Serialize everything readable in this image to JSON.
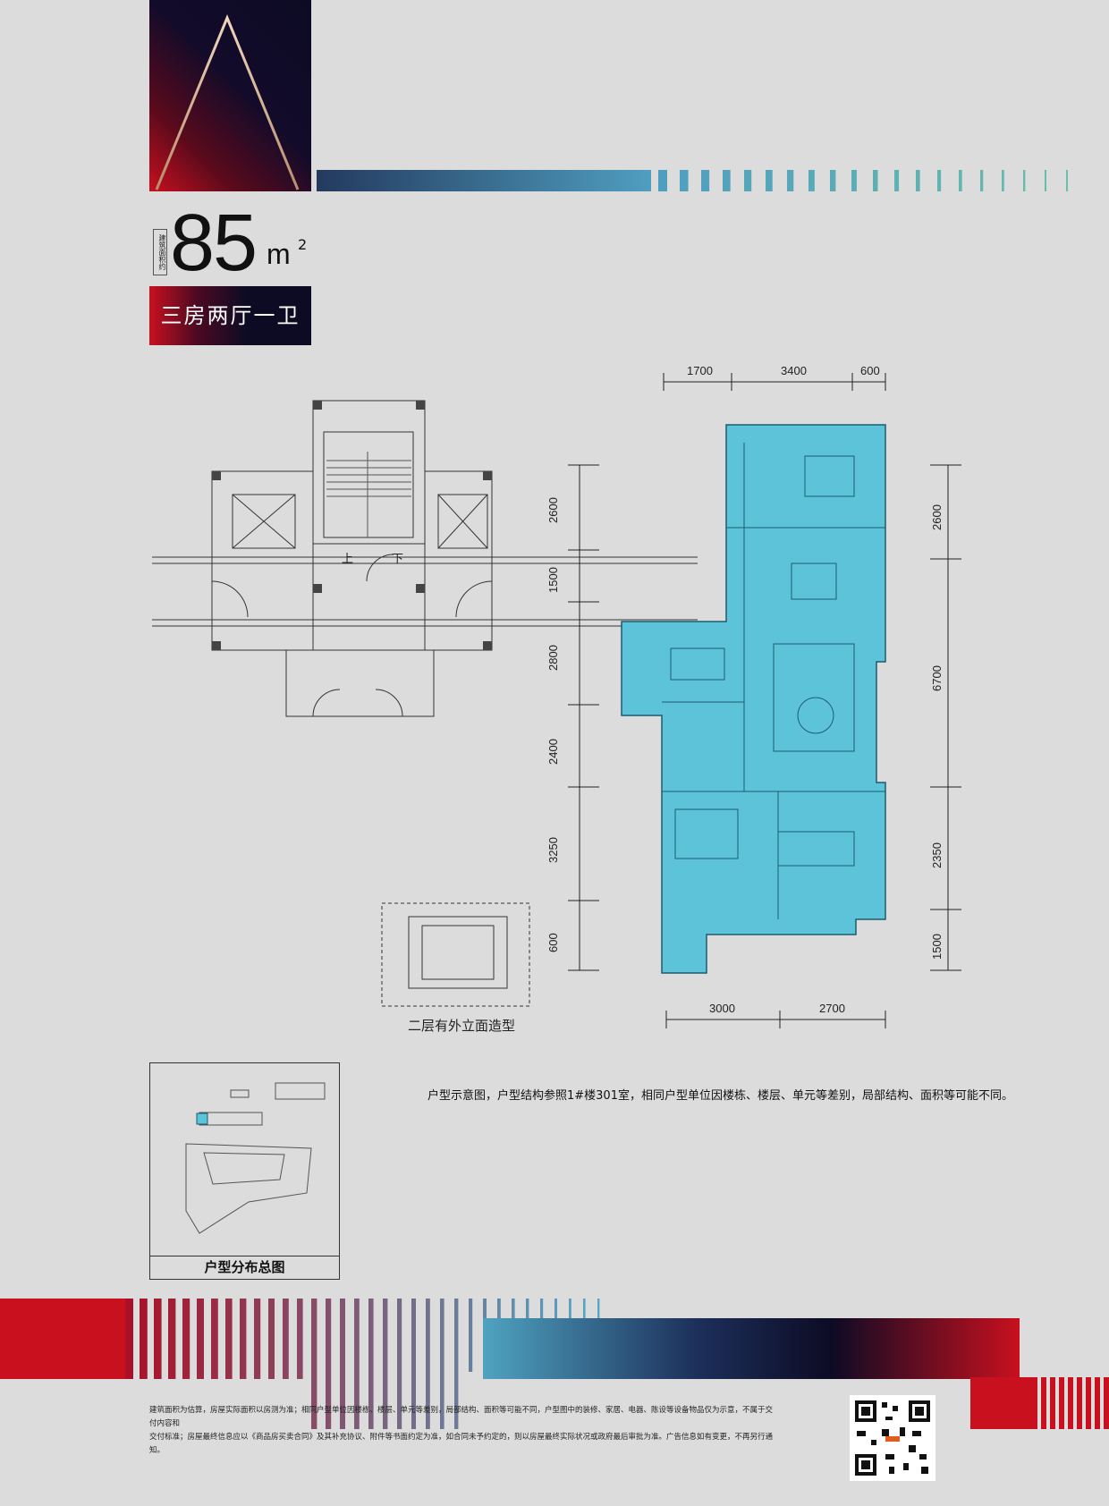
{
  "unit_type": {
    "letter": "A",
    "area_side_label": "建筑面积约",
    "area_value": "85",
    "area_unit": "m",
    "area_unit_sup": "2",
    "layout": "三房两厅一卫"
  },
  "plan": {
    "dims_top": [
      "1700",
      "3400",
      "600"
    ],
    "dims_bottom": [
      "3000",
      "2700"
    ],
    "dims_left": [
      "2600",
      "1500",
      "2800",
      "2400",
      "3250",
      "600"
    ],
    "dims_right": [
      "2600",
      "6700",
      "2350",
      "1500"
    ],
    "stair_up": "上",
    "stair_down": "下",
    "elevation_caption": "二层有外立面造型",
    "highlight_color": "#5cc3d9"
  },
  "location_map": {
    "caption": "户型分布总图"
  },
  "plan_note": "户型示意图，户型结构参照1#楼301室，相同户型单位因楼栋、楼层、单元等差别，局部结构、面积等可能不同。",
  "disclaimer": [
    "建筑面积为估算，房屋实际面积以房测为准；相同户型单位因楼栋、楼层、单元等差别，局部结构、面积等可能不同，户型图中的装修、家居、电器、陈设等设备物品仅为示意，不属于交付内容和",
    "交付标准；房屋最终信息应以《商品房买卖合同》及其补充协议、附件等书面约定为准，如合同未予约定的，则以房屋最终实际状况或政府最后审批为准。广告信息如有变更，不再另行通知。"
  ],
  "colors": {
    "background": "#dcdcdc",
    "navy": "#0d0b24",
    "red": "#c8101e",
    "teal": "#4fa3c0",
    "gold": "#d9b79a"
  }
}
